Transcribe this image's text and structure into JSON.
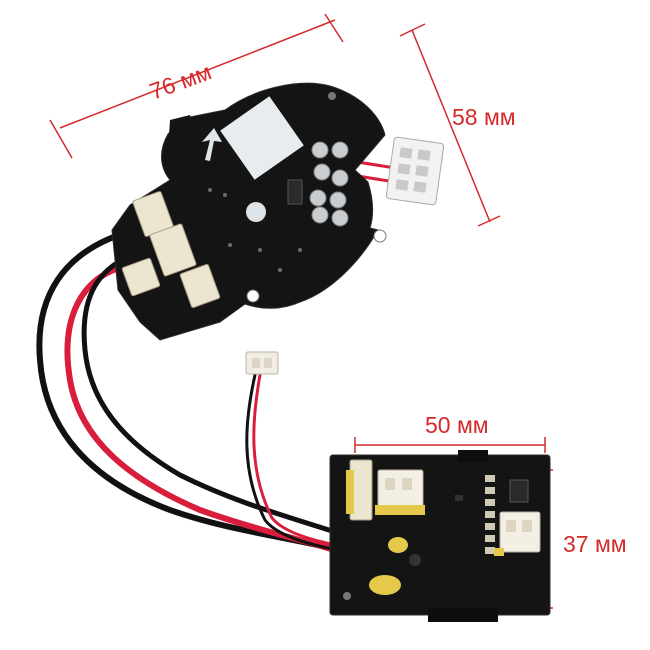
{
  "labels": {
    "top_width": "76 мм",
    "top_height": "58 мм",
    "bottom_width": "50 мм",
    "bottom_height": "37 мм"
  },
  "colors": {
    "dimension_line": "#d42a2a",
    "pcb": "#121212",
    "connector": "#ece5cf",
    "wire_red": "#d81e3c",
    "wire_black": "#111111",
    "gold_pad": "#e6c84a"
  }
}
